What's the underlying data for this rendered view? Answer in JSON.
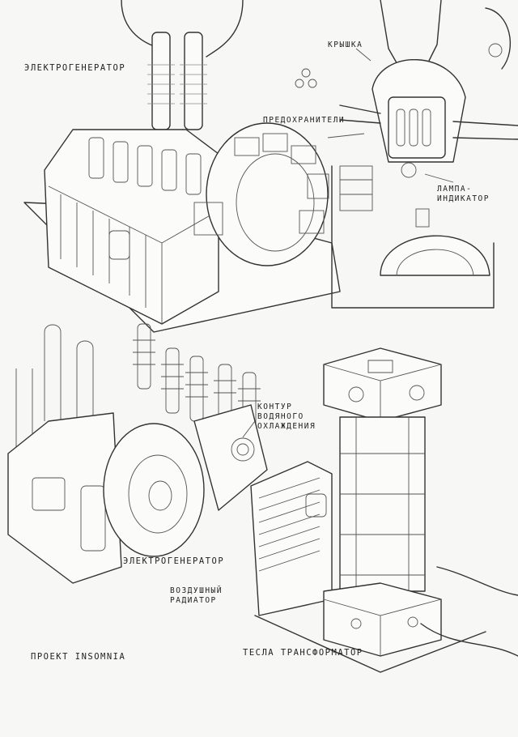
{
  "labels": {
    "generator_top": "ЭЛЕКТРОГЕНЕРАТОР",
    "lid": "КРЫШКА",
    "fuses": "ПРЕДОХРАНИТЕЛИ",
    "indicator_lamp": "ЛАМПА-ИНДИКАТОР",
    "water_cooling": "КОНТУР ВОДЯНОГО ОХЛАЖДЕНИЯ",
    "generator_bottom": "ЭЛЕКТРОГЕНЕРАТОР",
    "air_radiator": "ВОЗДУШНЫЙ РАДИАТОР",
    "tesla_transformer": "ТЕСЛА ТРАНСФОРМАТОР",
    "project": "ПРОЕКТ INSOMNIA"
  },
  "colors": {
    "paper": "#f7f7f5",
    "ink": "#333333"
  }
}
